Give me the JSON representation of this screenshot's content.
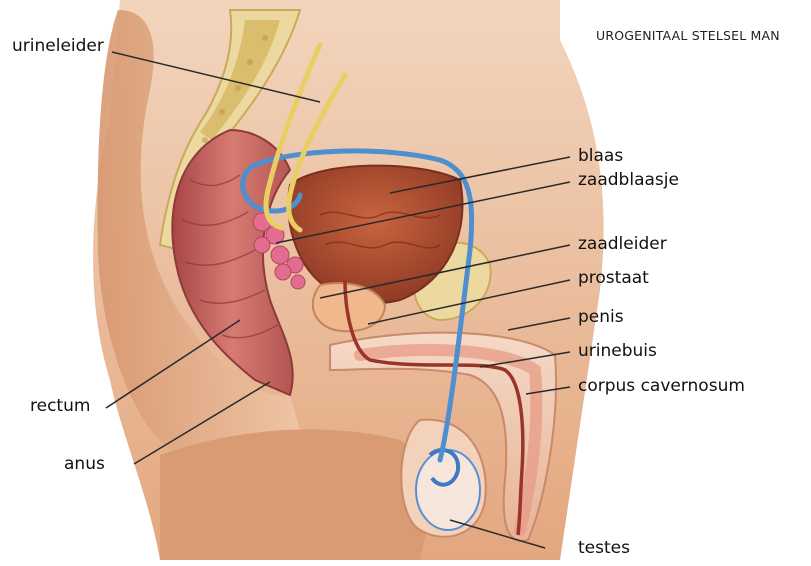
{
  "title": "UROGENITAAL STELSEL MAN",
  "labels": {
    "urineleider": "urineleider",
    "blaas": "blaas",
    "zaadblaasje": "zaadblaasje",
    "zaadleider": "zaadleider",
    "prostaat": "prostaat",
    "penis": "penis",
    "urinebuis": "urinebuis",
    "corpus_cavernosum": "corpus cavernosum",
    "rectum": "rectum",
    "anus": "anus",
    "testes": "testes"
  },
  "colors": {
    "skin": "#e7b48e",
    "skin_dark": "#c98661",
    "bone": "#e9d48a",
    "rectum": "#c25a5a",
    "bladder": "#b04a33",
    "vessel_blue": "#4f8fd0",
    "ureter_yellow": "#e9cf63",
    "leader_line": "#2a2a2a"
  }
}
